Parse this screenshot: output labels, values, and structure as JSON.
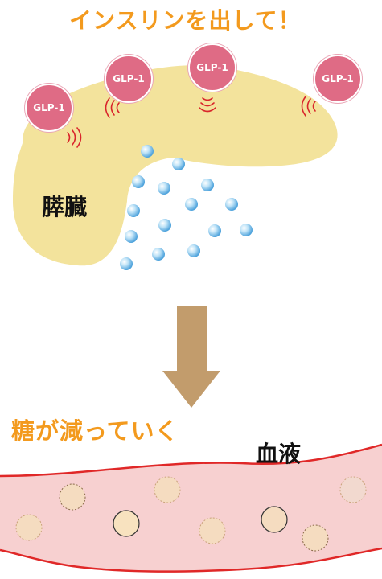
{
  "headings": {
    "top": "インスリンを出して！",
    "sugar": "糖が減っていく"
  },
  "labels": {
    "pancreas": "膵臓",
    "blood": "血液"
  },
  "hormones": [
    "GLP-1",
    "GLP-1",
    "GLP-1",
    "GLP-1"
  ],
  "colors": {
    "heading_orange": "#f39a1e",
    "pancreas_fill": "#f3e39c",
    "hormone_pink": "#df6b85",
    "signal_red": "#d9252b",
    "insulin_blue": "#6ab8e6",
    "arrow_brown": "#c29c6c",
    "vessel_fill": "#f7d0d0",
    "vessel_wall": "#e02828",
    "glucose_fill": "#f5dcc0"
  },
  "icons": [
    "signal-waves-icon",
    "insulin-granule-icon",
    "down-arrow-icon",
    "glucose-particle-icon"
  ]
}
